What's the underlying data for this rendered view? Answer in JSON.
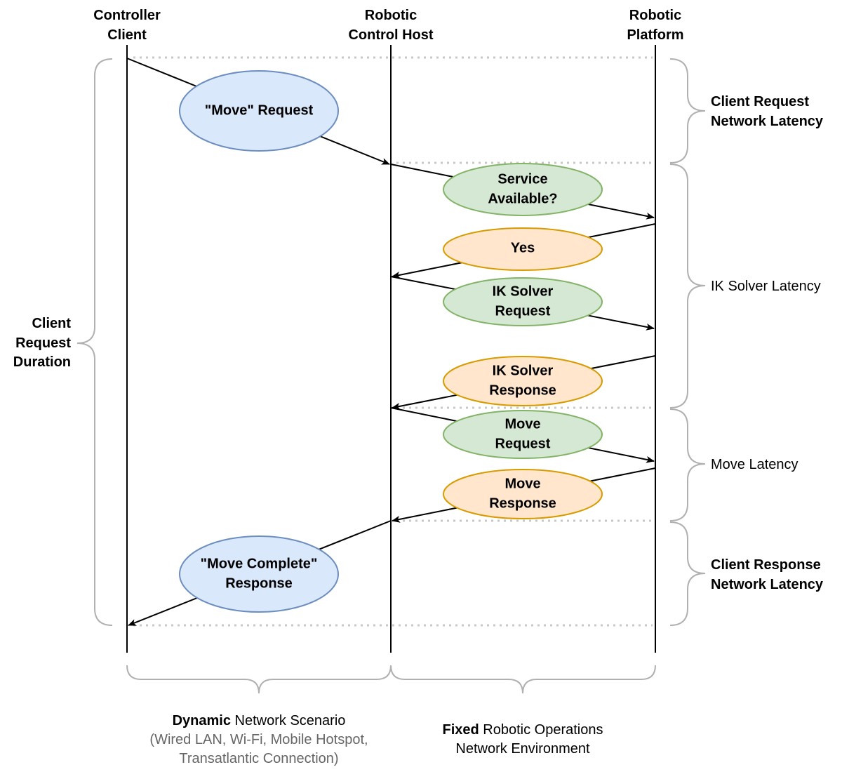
{
  "lifelines": {
    "controller_client": [
      "Controller",
      "Client"
    ],
    "control_host": [
      "Robotic",
      "Control Host"
    ],
    "platform": [
      "Robotic",
      "Platform"
    ]
  },
  "messages": {
    "move_request_client": [
      "\"Move\" Request"
    ],
    "service_available": [
      "Service",
      "Available?"
    ],
    "yes": [
      "Yes"
    ],
    "ik_solver_request": [
      "IK Solver",
      "Request"
    ],
    "ik_solver_response": [
      "IK Solver",
      "Response"
    ],
    "move_request": [
      "Move",
      "Request"
    ],
    "move_response": [
      "Move",
      "Response"
    ],
    "move_complete_response": [
      "\"Move Complete\"",
      "Response"
    ]
  },
  "left_bracket": [
    "Client",
    "Request",
    "Duration"
  ],
  "right_brackets": {
    "client_request_latency": [
      "Client Request",
      "Network Latency"
    ],
    "ik_solver_latency": "IK Solver Latency",
    "move_latency": "Move Latency",
    "client_response_latency": [
      "Client Response",
      "Network Latency"
    ]
  },
  "footer": {
    "dynamic": {
      "bold": "Dynamic",
      "rest": " Network Scenario",
      "details": [
        "(Wired LAN, Wi-Fi, Mobile Hotspot,",
        "Transatlantic Connection)"
      ]
    },
    "fixed": {
      "bold": "Fixed",
      "rest": " Robotic Operations",
      "line2": "Network Environment"
    }
  },
  "colors": {
    "blue_fill": "#dae8fc",
    "blue_stroke": "#6c8ebf",
    "green_fill": "#d5e8d4",
    "green_stroke": "#82b366",
    "orange_fill": "#ffe6cc",
    "orange_stroke": "#d79b00"
  }
}
